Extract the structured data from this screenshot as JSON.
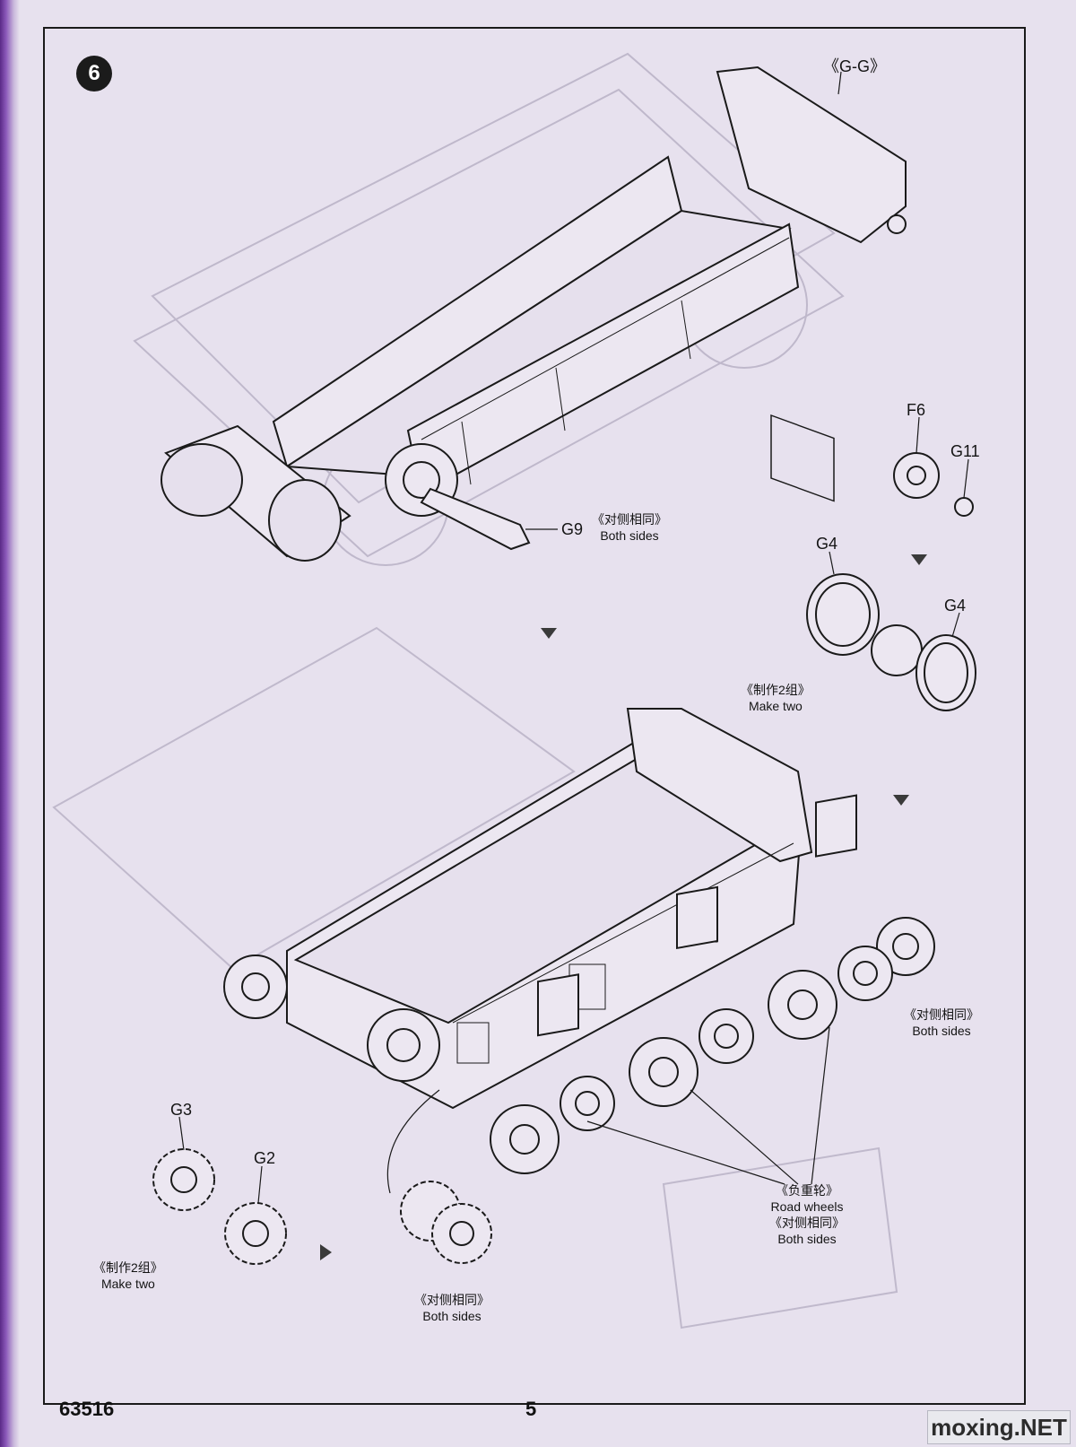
{
  "page": {
    "step_number": "6",
    "kit_code": "63516",
    "page_number": "5",
    "watermark": "moxing.NET"
  },
  "labels": {
    "gg": "《G-G》",
    "f6": "F6",
    "g11": "G11",
    "g4_top": "G4",
    "g4_right": "G4",
    "g9": "G9",
    "g9_cn": "《对侧相同》",
    "g9_en": "Both sides",
    "make_two_cn": "《制作2组》",
    "make_two_en": "Make two",
    "right_both_cn": "《对侧相同》",
    "right_both_en": "Both sides",
    "road_wheels_cn": "《负重轮》",
    "road_wheels_en": "Road wheels",
    "road_both_cn": "《对侧相同》",
    "road_both_en": "Both sides",
    "g3": "G3",
    "g2": "G2",
    "sprocket_make_two_cn": "《制作2组》",
    "sprocket_make_two_en": "Make two",
    "sprocket_both_cn": "《对侧相同》",
    "sprocket_both_en": "Both sides"
  },
  "colors": {
    "paper": "#e7e1ee",
    "ink": "#1a1a1a",
    "ghost": "#b9b2c6"
  }
}
